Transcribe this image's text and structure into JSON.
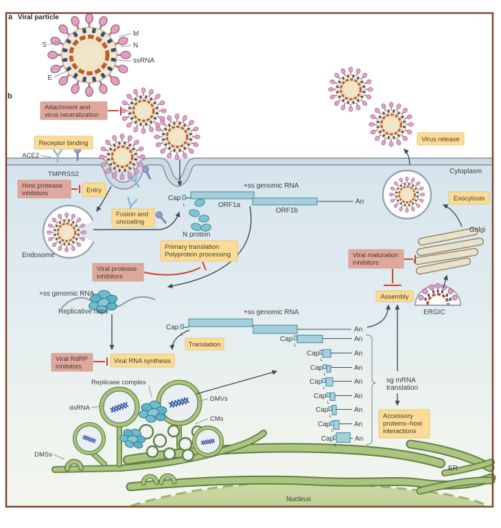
{
  "figure": {
    "panel_a_label": "a",
    "panel_a_title": "Viral particle",
    "panel_b_label": "b"
  },
  "virion_labels": {
    "s": "S",
    "e": "E",
    "m": "M",
    "n": "N",
    "ssrna": "ssRNA"
  },
  "cell": {
    "ace2": "ACE2",
    "tmprss2": "TMPRSS2",
    "endosome": "Endosome",
    "cytoplasm": "Cytoplasm",
    "golgi": "Golgi",
    "ergic": "ERGIC",
    "er": "ER",
    "nucleus": "Nucleus"
  },
  "process_boxes": {
    "receptor_binding": "Receptor binding",
    "entry": "Entry",
    "fusion": {
      "l1": "Fusion and",
      "l2": "uncoating"
    },
    "primary_translation": {
      "l1": "Primary translation",
      "l2": "Polyprotein processing"
    },
    "translation": "Translation",
    "rna_synthesis": "Viral RNA synthesis",
    "assembly": "Assembly",
    "accessory": {
      "l1": "Accessory",
      "l2": "proteins–host",
      "l3": "interactions"
    },
    "exocytosis": "Exocytosis",
    "virus_release": "Virus release"
  },
  "inhibitor_boxes": {
    "attachment": {
      "l1": "Attachment and",
      "l2": "virus neutralization"
    },
    "host_protease": {
      "l1": "Host protease",
      "l2": "inhibitors"
    },
    "viral_protease": {
      "l1": "Viral protease",
      "l2": "inhibitors"
    },
    "rdrp": {
      "l1": "Viral RdRP",
      "l2": "inhibitors"
    },
    "maturation": {
      "l1": "Viral maturation",
      "l2": "inhibitors"
    }
  },
  "rna": {
    "cap": "Cap",
    "cap_l": "L",
    "an": "An",
    "genomic_label": "+ss genomic RNA",
    "orf1a": "ORF1a",
    "orf1b": "ORF1b",
    "n_protein": "N protein",
    "replicative_nsps": "Replicative nsps",
    "sg_mrna_l1": "sg mRNA",
    "sg_mrna_l2": "translation"
  },
  "replication_organelles": {
    "replicase_complex": "Replicase complex",
    "dsrna": "dsRNA",
    "dmvs": "DMVs",
    "cms": "CMs",
    "dmss": "DMSs"
  },
  "colors": {
    "figure_border": "#7a4630",
    "process_box": "#fcdc95",
    "inhibitor_box": "#e0a89d",
    "inhibition_line": "#d23b2c",
    "arrow": "#3e4a54",
    "membrane": "#cfdbe4",
    "spike_pink": "#dfa2c0",
    "rna_bar": "#a5cfdc",
    "er_green": "#abc47e",
    "nucleus_green": "#cddbaa",
    "golgi_beige": "#e9e1c8",
    "nsp_teal": "#62b1c5",
    "dsrna_blue": "#3c5ca8"
  }
}
